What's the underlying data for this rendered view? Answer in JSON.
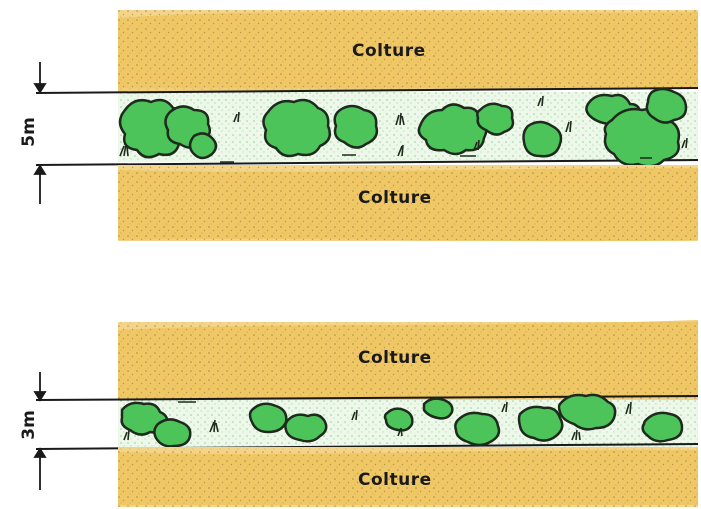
{
  "diagrams": [
    {
      "width_label": "5m",
      "top_field_label": "Colture",
      "bottom_field_label": "Colture"
    },
    {
      "width_label": "3m",
      "top_field_label": "Colture",
      "bottom_field_label": "Colture"
    }
  ],
  "colors": {
    "field_fill": "#f0c76a",
    "field_speckle": "#6b5a3a",
    "strip_fill": "#e9f5e4",
    "shrub_fill": "#4cc45a",
    "shrub_outline": "#1d2a1d",
    "ink": "#1a1a1a"
  }
}
